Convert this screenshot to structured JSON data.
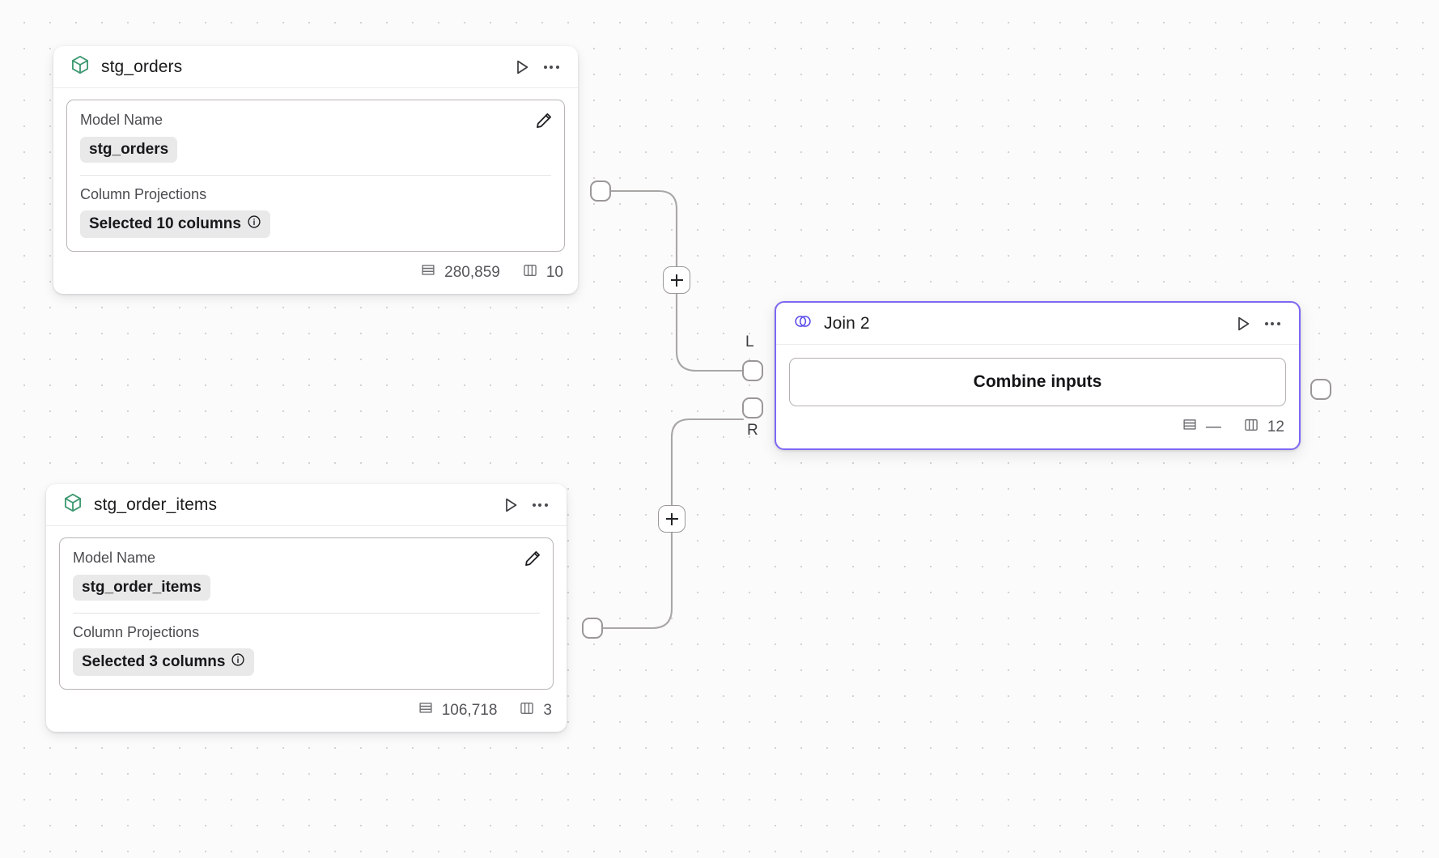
{
  "canvas": {
    "background_color": "#fbfbfb",
    "dot_color": "#d4d2d4",
    "accent_color": "#7c68f3",
    "model_icon_color": "#3f9a72"
  },
  "nodes": [
    {
      "id": "stg_orders",
      "title": "stg_orders",
      "icon": "cube-icon",
      "type": "model",
      "selected": false,
      "run_label": "",
      "body": {
        "model_name_label": "Model Name",
        "model_name_value": "stg_orders",
        "column_projections_label": "Column Projections",
        "column_projections_value": "Selected 10 columns"
      },
      "footer": {
        "rows": "280,859",
        "columns": "10"
      }
    },
    {
      "id": "stg_order_items",
      "title": "stg_order_items",
      "icon": "cube-icon",
      "type": "model",
      "selected": false,
      "body": {
        "model_name_label": "Model Name",
        "model_name_value": "stg_order_items",
        "column_projections_label": "Column Projections",
        "column_projections_value": "Selected 3 columns"
      },
      "footer": {
        "rows": "106,718",
        "columns": "3"
      }
    },
    {
      "id": "join_2",
      "title": "Join 2",
      "icon": "join-venn-icon",
      "type": "join",
      "selected": true,
      "body": {
        "combine_button_label": "Combine inputs"
      },
      "footer": {
        "rows": "—",
        "columns": "12"
      },
      "ports": {
        "left_input_label": "L",
        "right_input_label": "R"
      }
    }
  ],
  "edges": [
    {
      "from": "stg_orders",
      "to": "join_2.L",
      "add_button_label": "+"
    },
    {
      "from": "stg_order_items",
      "to": "join_2.R",
      "add_button_label": "+"
    }
  ],
  "icons": {
    "run": "play-icon",
    "more": "ellipsis-icon",
    "edit": "pencil-icon",
    "info": "info-icon",
    "rows": "rows-icon",
    "columns": "columns-icon"
  }
}
